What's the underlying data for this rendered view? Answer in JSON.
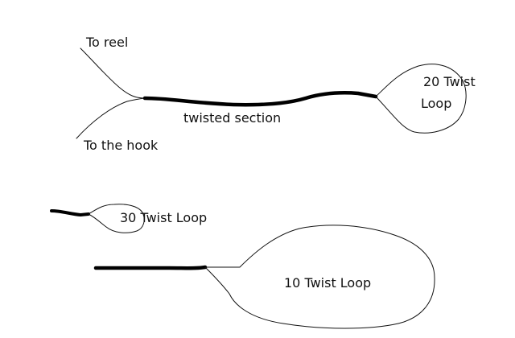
{
  "diagram": {
    "top": {
      "to_reel": "To reel",
      "to_hook": "To the hook",
      "twisted_section": "twisted section",
      "loop_line1": "20  Twist",
      "loop_line2": "Loop"
    },
    "small_loop": {
      "label": "30 Twist Loop"
    },
    "large_loop": {
      "label": "10 Twist Loop"
    }
  },
  "colors": {
    "line": "#111111",
    "background": "#ffffff"
  }
}
